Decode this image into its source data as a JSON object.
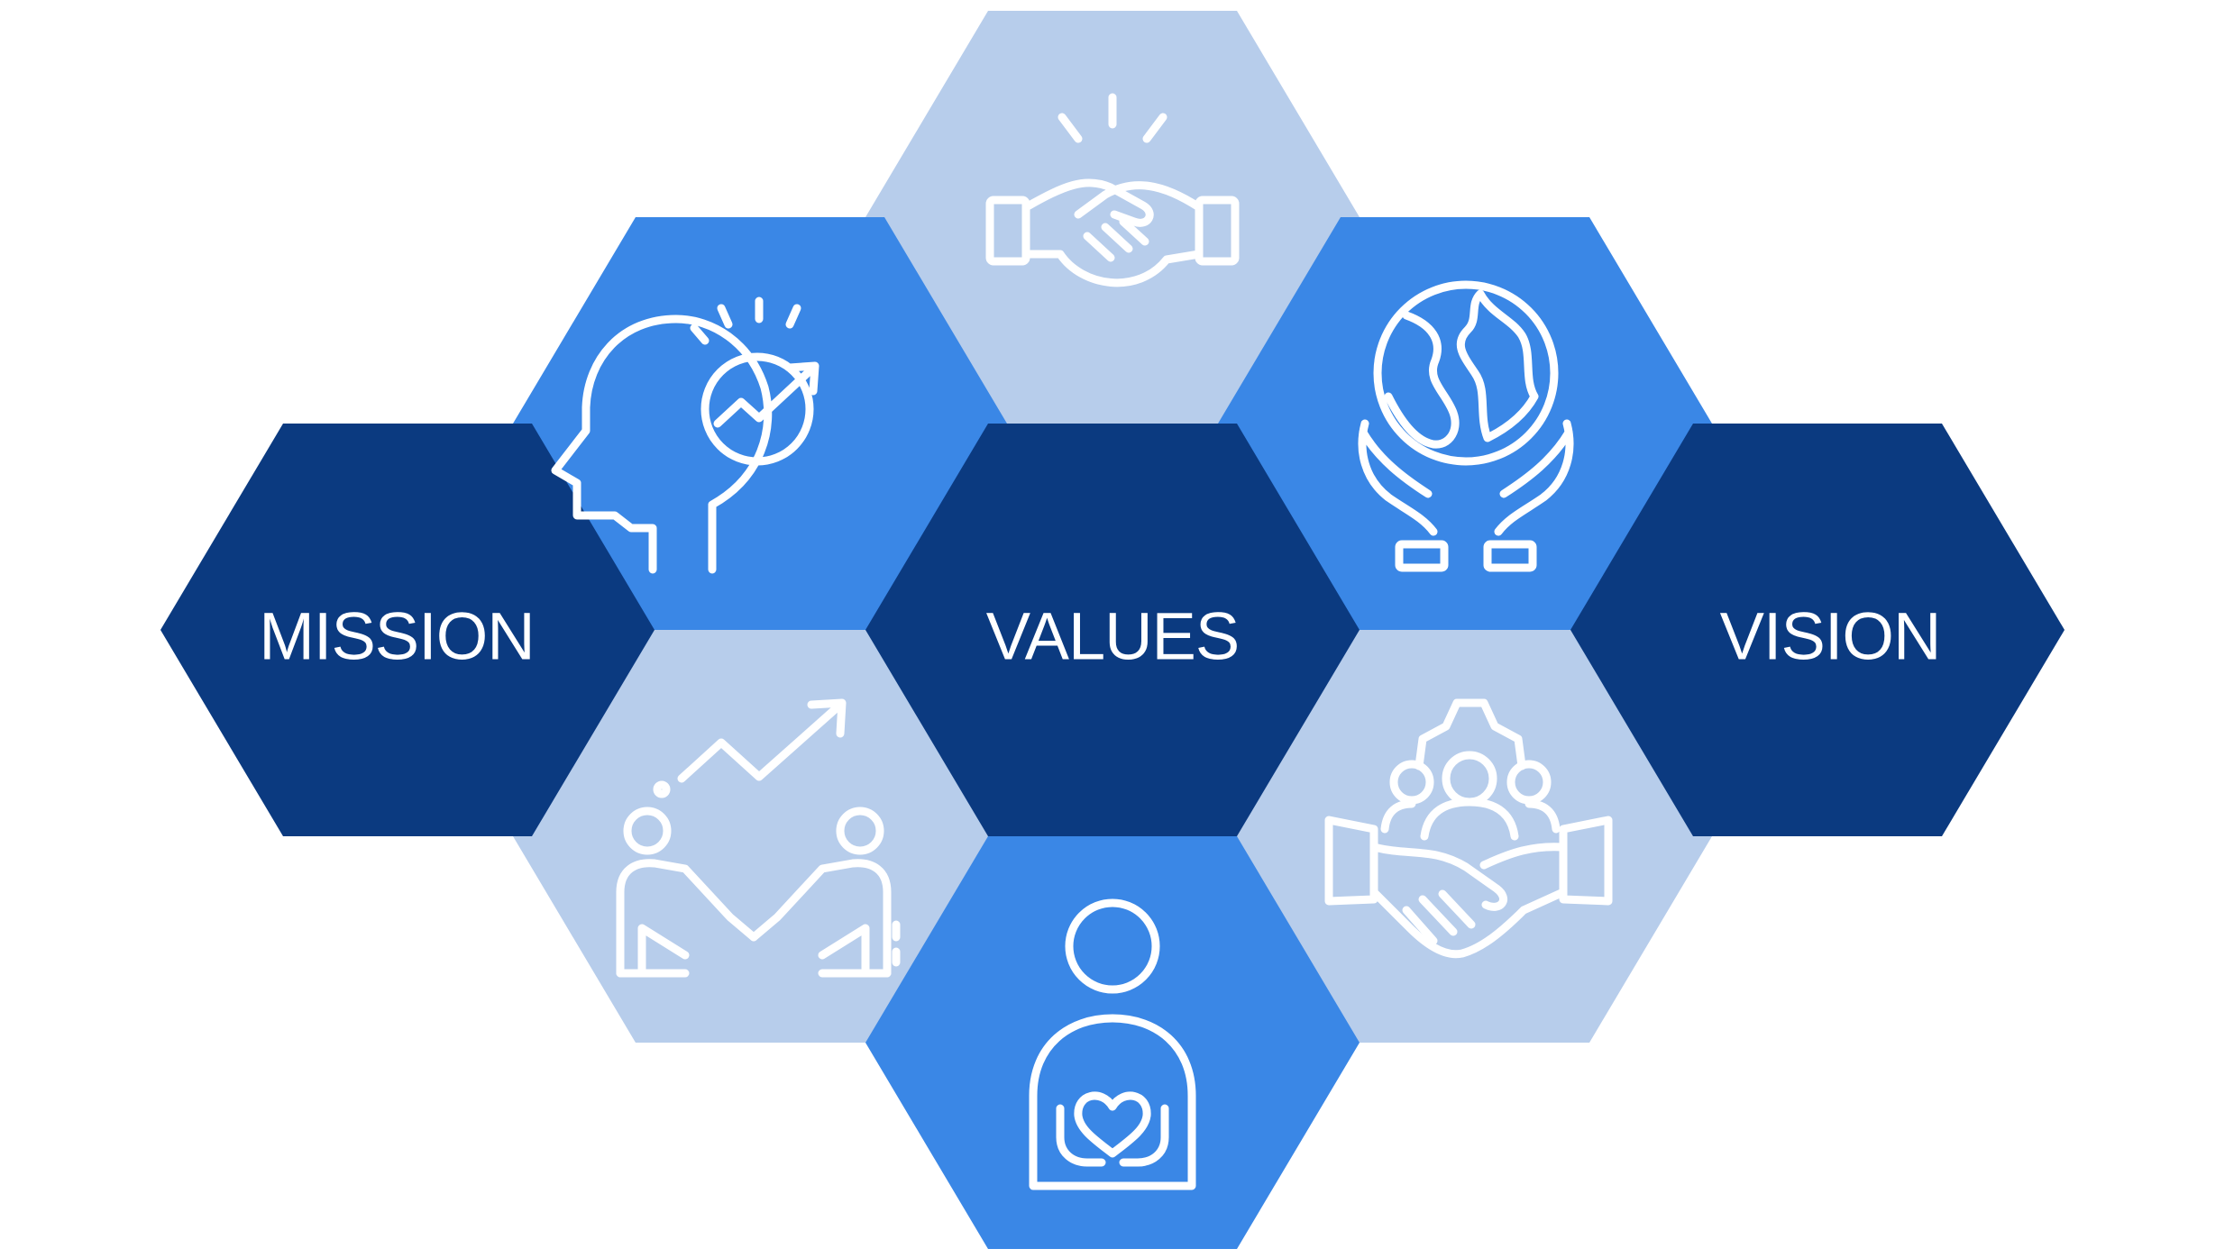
{
  "colors": {
    "navy": "#0b3a80",
    "blue": "#3a87e6",
    "pale": "#b7cdeb",
    "icon": "#ffffff",
    "background": "#ffffff"
  },
  "hexagons": [
    {
      "name": "hex-mission",
      "color": "navy",
      "label": "MISSION"
    },
    {
      "name": "hex-values",
      "color": "navy",
      "label": "VALUES"
    },
    {
      "name": "hex-vision",
      "color": "navy",
      "label": "VISION"
    },
    {
      "name": "hex-innovation",
      "color": "blue",
      "icon": "head-growth-icon"
    },
    {
      "name": "hex-partnership",
      "color": "pale",
      "icon": "handshake-icon"
    },
    {
      "name": "hex-global",
      "color": "blue",
      "icon": "globe-hands-icon"
    },
    {
      "name": "hex-collaboration",
      "color": "pale",
      "icon": "people-handshake-growth-icon"
    },
    {
      "name": "hex-care",
      "color": "blue",
      "icon": "person-heart-icon"
    },
    {
      "name": "hex-teamwork",
      "color": "pale",
      "icon": "team-gear-handshake-icon"
    }
  ]
}
